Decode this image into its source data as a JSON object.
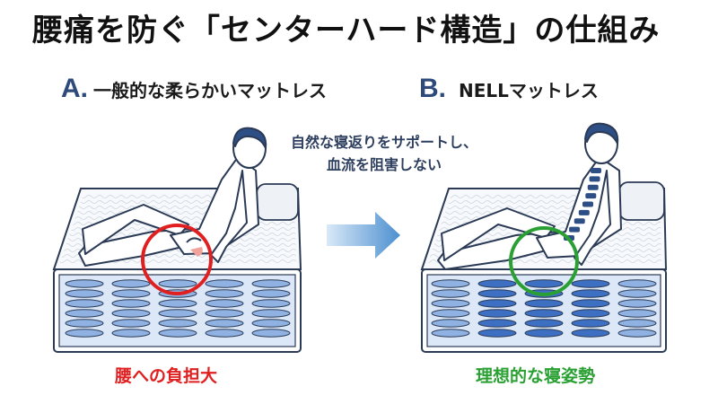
{
  "title": "腰痛を防ぐ「センターハード構造」の仕組み",
  "panel_a": {
    "letter": "A.",
    "name": "一般的な柔らかいマットレス",
    "caption": "腰への負担大"
  },
  "panel_b": {
    "letter": "B.",
    "name": "NELLマットレス",
    "caption": "理想的な寝姿勢"
  },
  "annotation": {
    "line1": "自然な寝返りをサポートし、",
    "line2": "血流を阻害しない"
  },
  "colors": {
    "red_highlight": "#e02020",
    "green_highlight": "#2aa033",
    "spring_light": "#8fb2e3",
    "spring_dark": "#3d6fc2",
    "arrow": "#4c8fd0"
  }
}
